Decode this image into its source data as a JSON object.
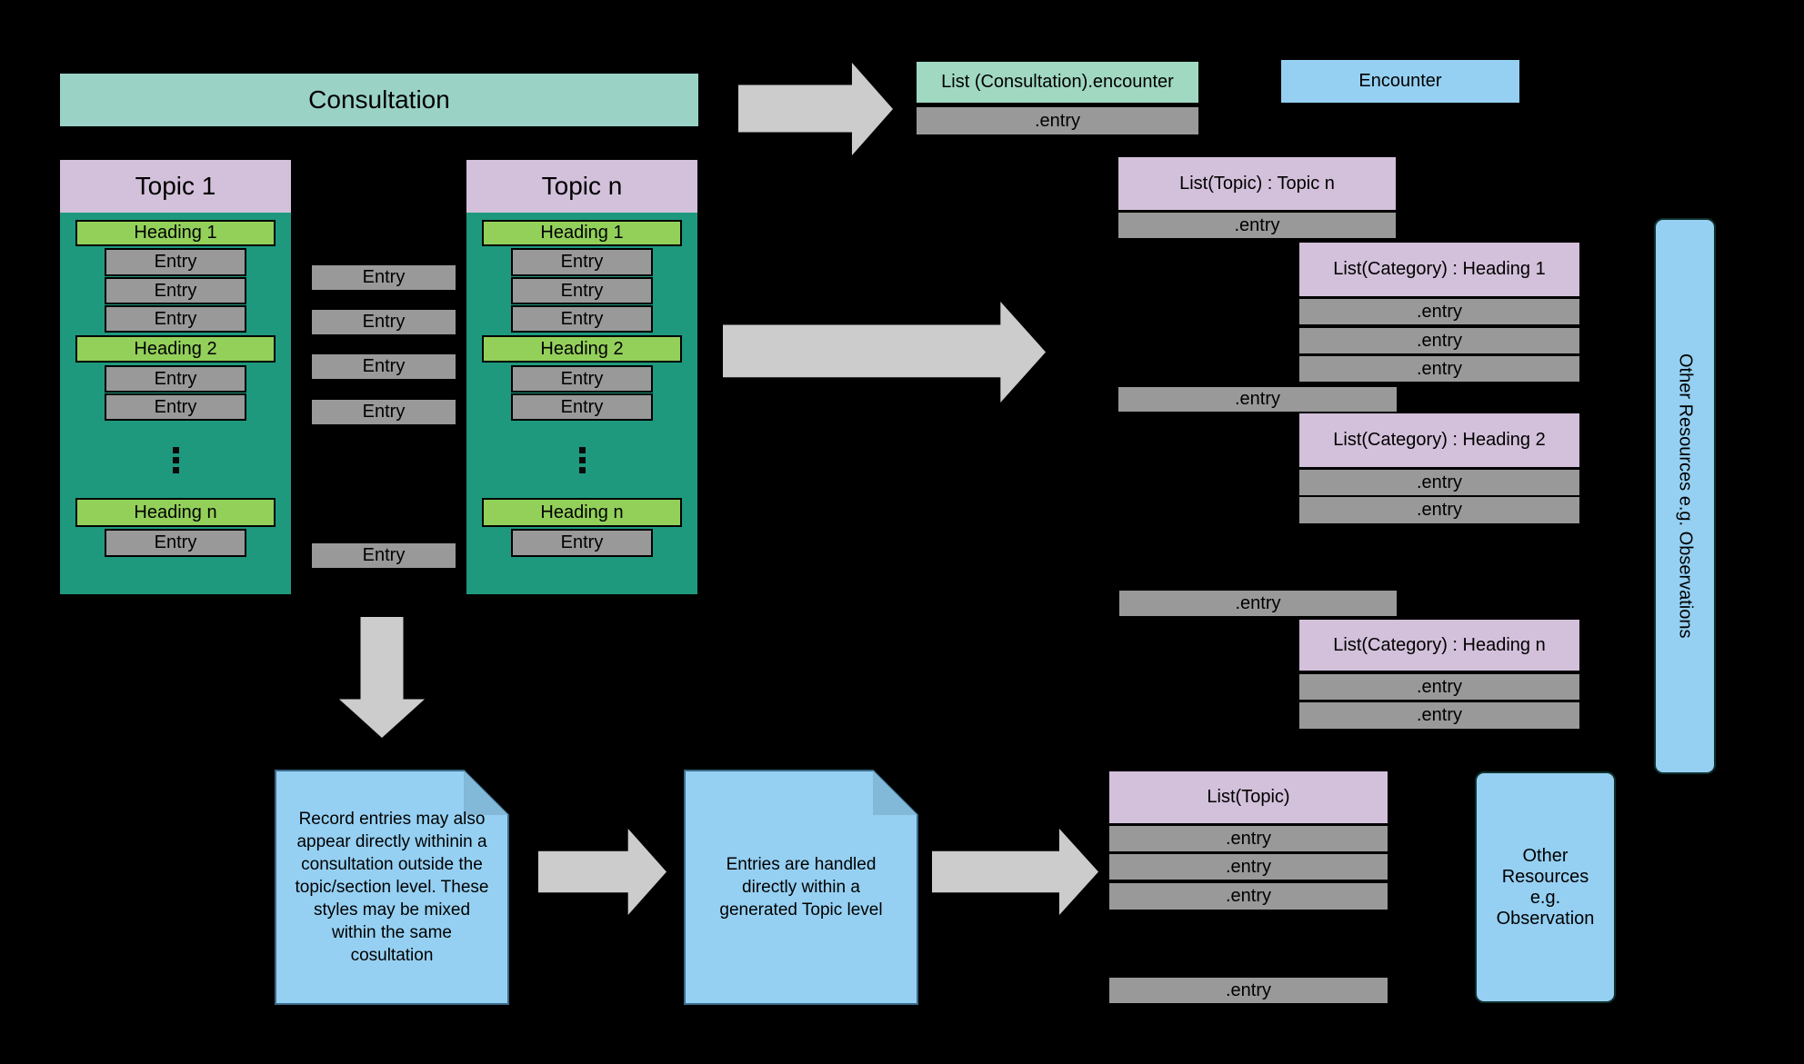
{
  "palette": {
    "background": "#000000",
    "consultation_teal": "#9ad2c6",
    "list_teal": "#a0d8c2",
    "topic_body_teal": "#1e997e",
    "header_pink": "#d3c0da",
    "heading_green": "#93d05a",
    "entry_gray": "#999999",
    "arrow_gray": "#cccccc",
    "note_blue": "#95d0f2",
    "note_fold_blue": "#82b8d8",
    "note_stroke": "#3a6a8a"
  },
  "banner": {
    "label": "Consultation"
  },
  "encounter_mapping": {
    "title": "List (Consultation).encounter",
    "entry": ".entry"
  },
  "encounter_box": {
    "label": "Encounter"
  },
  "topic1": {
    "title": "Topic 1"
  },
  "topicn": {
    "title": "Topic n"
  },
  "topic_rows": {
    "heading1": "Heading 1",
    "heading2": "Heading 2",
    "headingn": "Heading n",
    "entry": "Entry"
  },
  "floating_entries": {
    "label": "Entry",
    "items": [
      "Entry",
      "Entry",
      "Entry",
      "Entry",
      "Entry"
    ]
  },
  "right_column": {
    "list_topic_n": {
      "title": "List(Topic) : Topic n",
      "entry": ".entry"
    },
    "cat1": {
      "title": "List(Category) : Heading 1",
      "entries": [
        ".entry",
        ".entry",
        ".entry"
      ]
    },
    "between1": ".entry",
    "cat2": {
      "title": "List(Category) : Heading 2",
      "entries": [
        ".entry",
        ".entry"
      ]
    },
    "between2": ".entry",
    "catn": {
      "title": "List(Category) : Heading n",
      "entries": [
        ".entry",
        ".entry"
      ]
    },
    "other_resources_vertical": "Other Resources e.g. Observations"
  },
  "bottom": {
    "note1": "Record entries may also appear directly withinin a consultation outside the topic/section level. These styles may be mixed within the same cosultation",
    "note2": "Entries are handled directly within a generated Topic level",
    "list_topic": {
      "title": "List(Topic)",
      "entries": [
        ".entry",
        ".entry",
        ".entry"
      ],
      "loose_entry": ".entry"
    },
    "other_resources": "Other Resources e.g. Observation"
  }
}
